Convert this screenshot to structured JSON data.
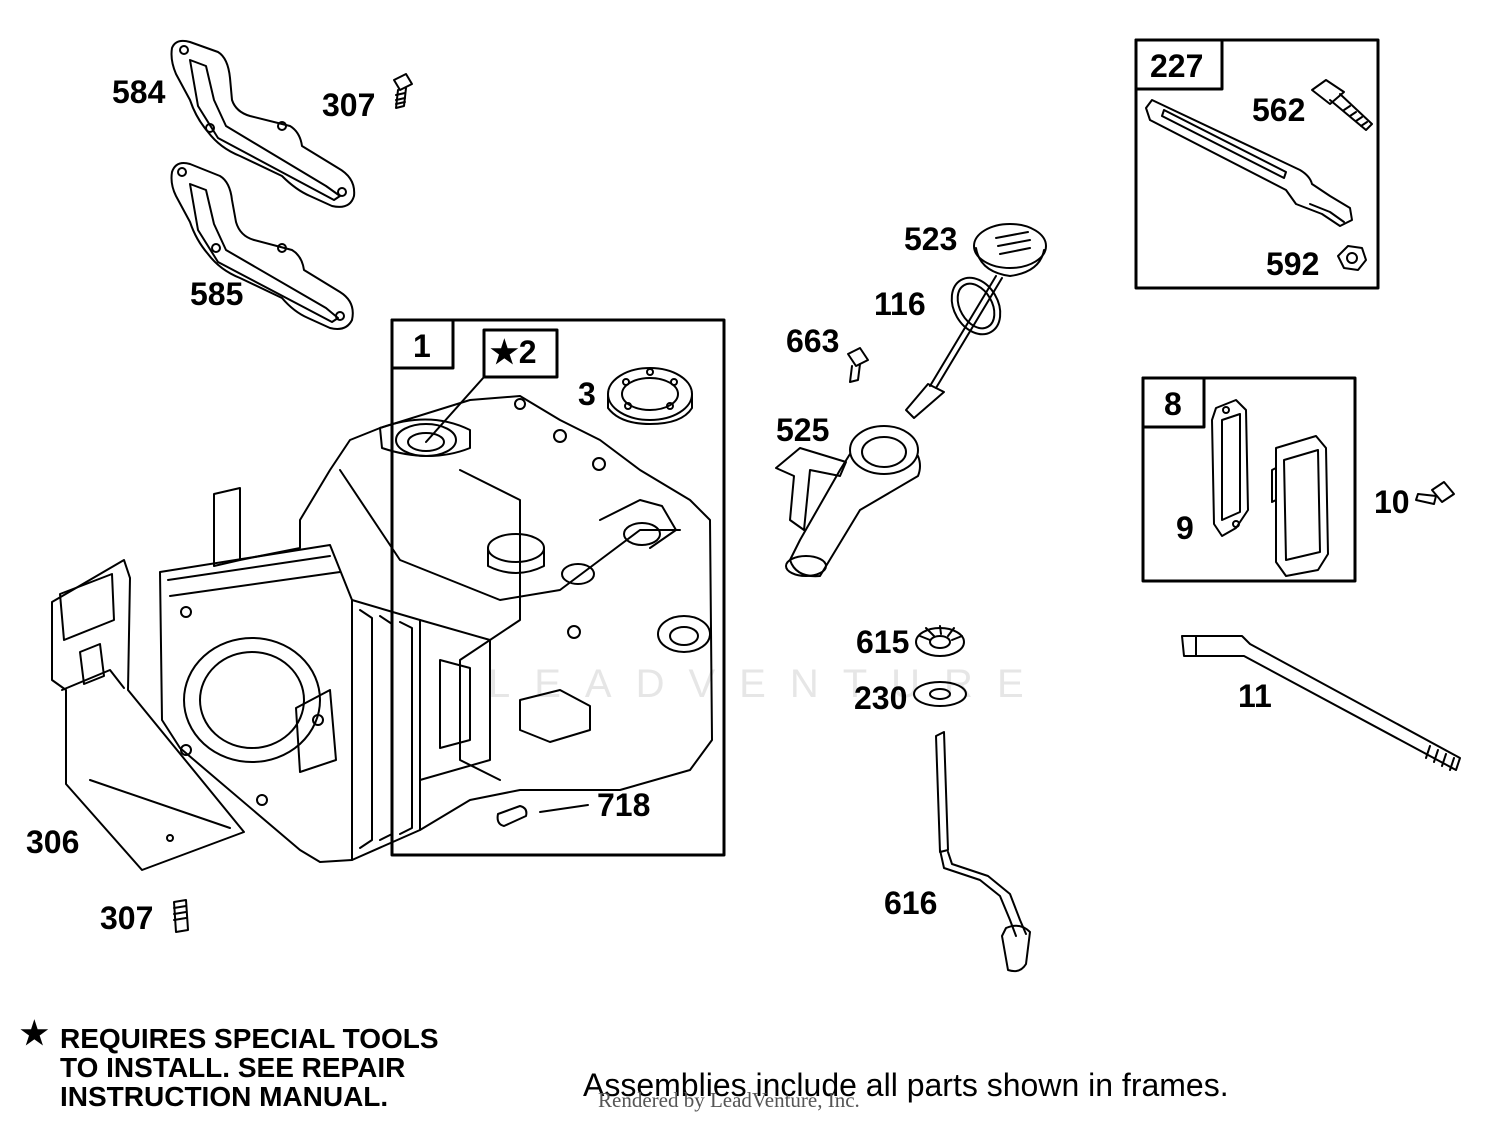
{
  "labels": {
    "p584": "584",
    "p307a": "307",
    "p585": "585",
    "p1": "1",
    "p2": "★2",
    "p3": "3",
    "p306": "306",
    "p307b": "307",
    "p718": "718",
    "p523": "523",
    "p116": "116",
    "p663": "663",
    "p525": "525",
    "p615": "615",
    "p230": "230",
    "p616": "616",
    "p227": "227",
    "p562": "562",
    "p592": "592",
    "p8": "8",
    "p9": "9",
    "p10": "10",
    "p11": "11"
  },
  "note": {
    "star": "★",
    "line1": "REQUIRES SPECIAL TOOLS",
    "line2": "TO INSTALL.  SEE REPAIR",
    "line3": "INSTRUCTION MANUAL."
  },
  "caption": "Assemblies include all parts shown in frames.",
  "credit": "Rendered by LeadVenture, Inc.",
  "watermark": "LEADVENTURE"
}
